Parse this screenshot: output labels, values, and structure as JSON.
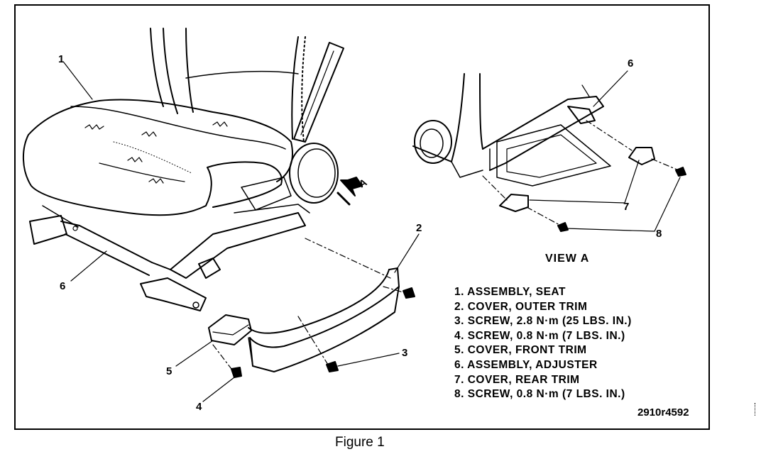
{
  "callouts": {
    "c1": "1",
    "c2": "2",
    "c3": "3",
    "c4": "4",
    "c5": "5",
    "c6_main": "6",
    "c6_view": "6",
    "c7": "7",
    "c8": "8"
  },
  "view_arrow_label": "A",
  "view_label": "VIEW A",
  "legend": [
    "1. ASSEMBLY, SEAT",
    "2. COVER, OUTER TRIM",
    "3. SCREW, 2.8 N·m (25 LBS. IN.)",
    "4. SCREW, 0.8 N·m (7 LBS. IN.)",
    "5. COVER, FRONT TRIM",
    "6. ASSEMBLY, ADJUSTER",
    "7. COVER, REAR TRIM",
    "8. SCREW, 0.8 N·m (7 LBS. IN.)"
  ],
  "figure_code": "2910r4592",
  "caption": "Figure 1"
}
